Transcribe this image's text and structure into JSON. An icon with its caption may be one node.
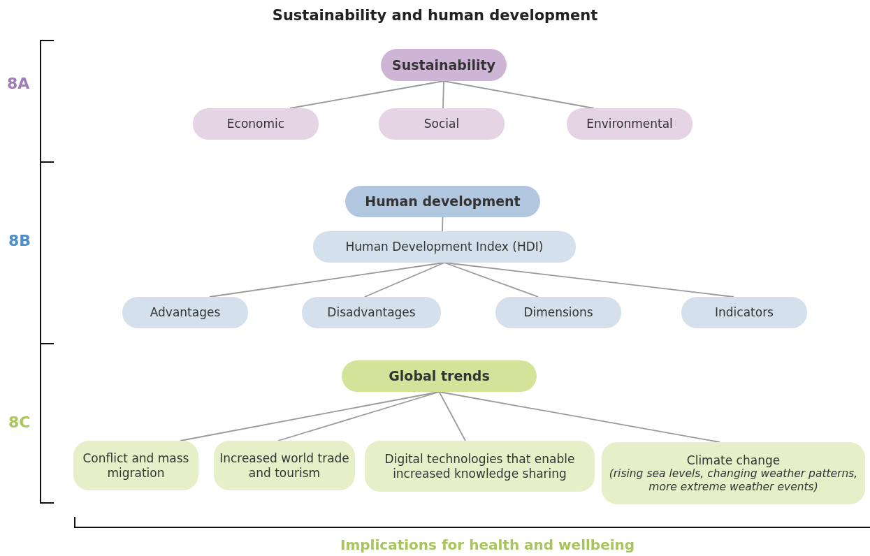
{
  "diagram": {
    "title": "Sustainability and human development",
    "nodes": [
      {
        "text": [
          "Sustainability"
        ]
      },
      {
        "text": [
          "Economic"
        ]
      },
      {
        "text": [
          "Social"
        ]
      },
      {
        "text": [
          "Environmental"
        ]
      },
      {
        "text": [
          "Human development"
        ]
      },
      {
        "text": [
          "Human Development Index (HDI)"
        ]
      },
      {
        "text": [
          "Advantages"
        ]
      },
      {
        "text": [
          "Disadvantages"
        ]
      },
      {
        "text": [
          "Dimensions"
        ]
      },
      {
        "text": [
          "Indicators"
        ]
      },
      {
        "text": [
          "Global trends"
        ]
      },
      {
        "text": [
          "Conflict and mass migration"
        ]
      },
      {
        "text": [
          "Increased world trade and tourism"
        ]
      },
      {
        "text": [
          "Digital technologies that enable increased knowledge sharing"
        ]
      },
      {
        "text": [
          "Climate change",
          "(rising sea levels, changing weather patterns, more extreme weather events)"
        ]
      }
    ],
    "edges": [
      {
        "from": 0,
        "to": 1,
        "arrow": "none"
      },
      {
        "from": 0,
        "to": 2,
        "arrow": "none"
      },
      {
        "from": 0,
        "to": 3,
        "arrow": "none"
      },
      {
        "from": 4,
        "to": 5,
        "arrow": "none"
      },
      {
        "from": 5,
        "to": 6,
        "arrow": "none"
      },
      {
        "from": 5,
        "to": 7,
        "arrow": "none"
      },
      {
        "from": 5,
        "to": 8,
        "arrow": "none"
      },
      {
        "from": 5,
        "to": 9,
        "arrow": "none"
      },
      {
        "from": 10,
        "to": 11,
        "arrow": "none"
      },
      {
        "from": 10,
        "to": 12,
        "arrow": "none"
      },
      {
        "from": 10,
        "to": 13,
        "arrow": "none"
      },
      {
        "from": 10,
        "to": 14,
        "arrow": "none"
      }
    ],
    "labels": [
      "8A",
      "8B",
      "8C",
      "Implications for health and wellbeing"
    ]
  }
}
